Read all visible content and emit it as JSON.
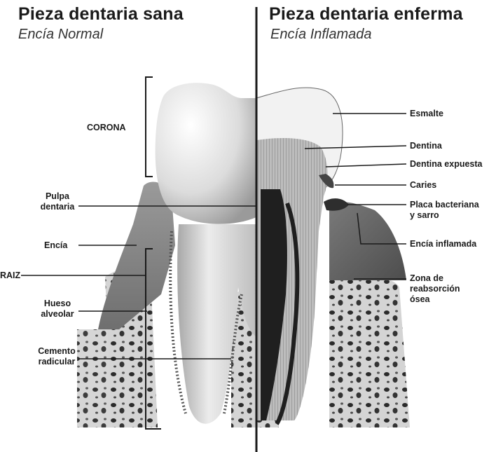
{
  "left_panel": {
    "title": "Pieza dentaria sana",
    "subtitle": "Encía Normal"
  },
  "right_panel": {
    "title": "Pieza dentaria enferma",
    "subtitle": "Encía Inflamada"
  },
  "labels_left": {
    "corona": "CORONA",
    "pulpa_line1": "Pulpa",
    "pulpa_line2": "dentaria",
    "encia": "Encía",
    "raiz": "RAIZ",
    "hueso_line1": "Hueso",
    "hueso_line2": "alveolar",
    "cemento_line1": "Cemento",
    "cemento_line2": "radicular"
  },
  "labels_right": {
    "esmalte": "Esmalte",
    "dentina": "Dentina",
    "dentina_expuesta": "Dentina expuesta",
    "caries": "Caries",
    "placa_line1": "Placa bacteriana",
    "placa_line2": "y sarro",
    "encia_inflamada": "Encía inflamada",
    "zona_line1": "Zona de",
    "zona_line2": "reabsorción",
    "zona_line3": "ósea"
  },
  "colors": {
    "line": "#1a1a1a",
    "tooth": "#e6e6e6",
    "gum": "#8a8a8a",
    "bone": "#cfcfcf"
  }
}
